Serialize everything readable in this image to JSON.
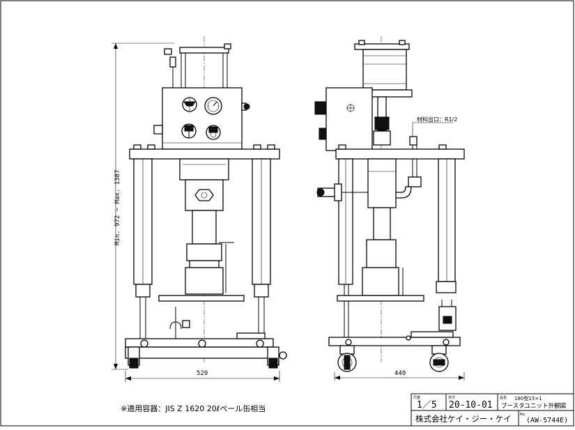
{
  "dimensions": {
    "height_range": "Min. 972 ~ Max. 1387",
    "front_width": "520",
    "side_width": "440"
  },
  "annotations": {
    "outlet_label": "材料出口：R1/2",
    "container_note": "※適用容器：JIS Z 1620 20ℓペール缶相当"
  },
  "title_block": {
    "scale_header": "尺度",
    "scale": "1／5",
    "date_header": "日付",
    "date": "20-10-01",
    "name_header": "品名",
    "name_line1": "180型15×1",
    "name_line2": "ブースタユニット外観図",
    "company": "株式会社ケイ・ジー・ケイ",
    "no_header": "No.",
    "drawing_no": "(AW-5744E)"
  }
}
